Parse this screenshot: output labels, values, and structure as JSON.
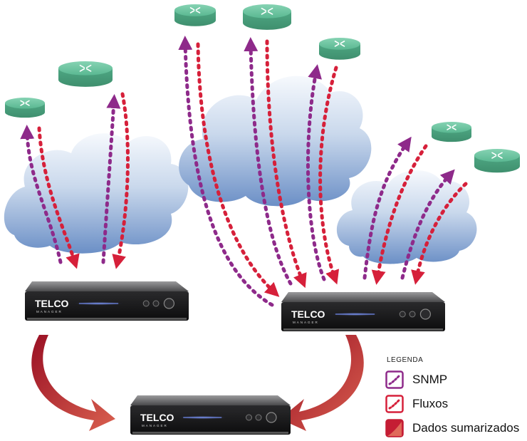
{
  "devices": [
    {
      "brand": "TELCO",
      "sub": "MANAGER"
    },
    {
      "brand": "TELCO",
      "sub": "MANAGER"
    },
    {
      "brand": "TELCO",
      "sub": "MANAGER"
    }
  ],
  "legend": {
    "title": "LEGENDA",
    "items": [
      {
        "label": "SNMP",
        "color": "#8e2a8a",
        "kind": "snmp"
      },
      {
        "label": "Fluxos",
        "color": "#d6203a",
        "kind": "flow"
      },
      {
        "label": "Dados sumarizados",
        "color": "#c51d34",
        "kind": "summary"
      }
    ]
  },
  "colors": {
    "snmp": "#8e2a8a",
    "flow": "#d6203a",
    "router": "#5fbf99",
    "cloud_light": "#dde7f3",
    "cloud_dark": "#6f92c8",
    "device_body": "#1d1d1f",
    "summary_arrow": "#b8192f"
  },
  "icons": [
    "router-icon",
    "cloud-icon",
    "telco-device-icon",
    "summary-arrow-icon"
  ]
}
